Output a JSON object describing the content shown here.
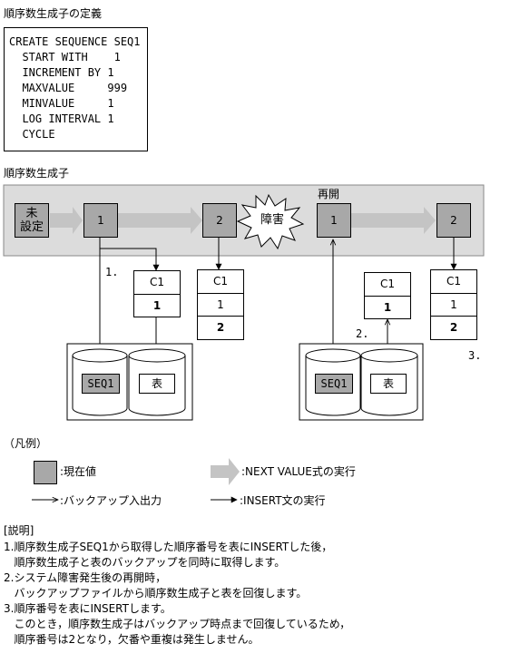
{
  "definition": {
    "heading": "順序数生成子の定義",
    "code_lines": [
      "CREATE SEQUENCE SEQ1",
      "  START WITH    1",
      "  INCREMENT BY 1",
      "  MAXVALUE     999",
      "  MINVALUE     1",
      "  LOG INTERVAL 1",
      "  CYCLE"
    ]
  },
  "generator": {
    "heading": "順序数生成子",
    "states": [
      {
        "label": "未\n設定"
      },
      {
        "label": "1"
      },
      {
        "label": "2"
      },
      {
        "label": "1"
      },
      {
        "label": "2"
      }
    ],
    "failure_label": "障害",
    "restart_label": "再開"
  },
  "tables": {
    "column_header": "C1",
    "t1": [
      "1"
    ],
    "t2": [
      "1",
      "2"
    ],
    "t3": [
      "1"
    ],
    "t4": [
      "1",
      "2"
    ]
  },
  "backup_groups": {
    "seq_label": "SEQ1",
    "table_label": "表"
  },
  "markers": {
    "m1": "1.",
    "m2": "2.",
    "m3": "3."
  },
  "legend": {
    "title": "（凡例）",
    "current_value": ":現在値",
    "next_value": ":NEXT VALUE式の実行",
    "backup_io": ":バックアップ入出力",
    "insert_exec": ":INSERT文の実行"
  },
  "explanation": {
    "title": "[説明]",
    "lines": [
      "1.順序数生成子SEQ1から取得した順序番号を表にINSERTした後，",
      "   順序数生成子と表のバックアップを同時に取得します。",
      "2.システム障害発生後の再開時，",
      "   バックアップファイルから順序数生成子と表を回復します。",
      "3.順序番号を表にINSERTします。",
      "   このとき，順序数生成子はバックアップ時点まで回復しているため，",
      "   順序番号は2となり，欠番や重複は発生しません。"
    ]
  }
}
